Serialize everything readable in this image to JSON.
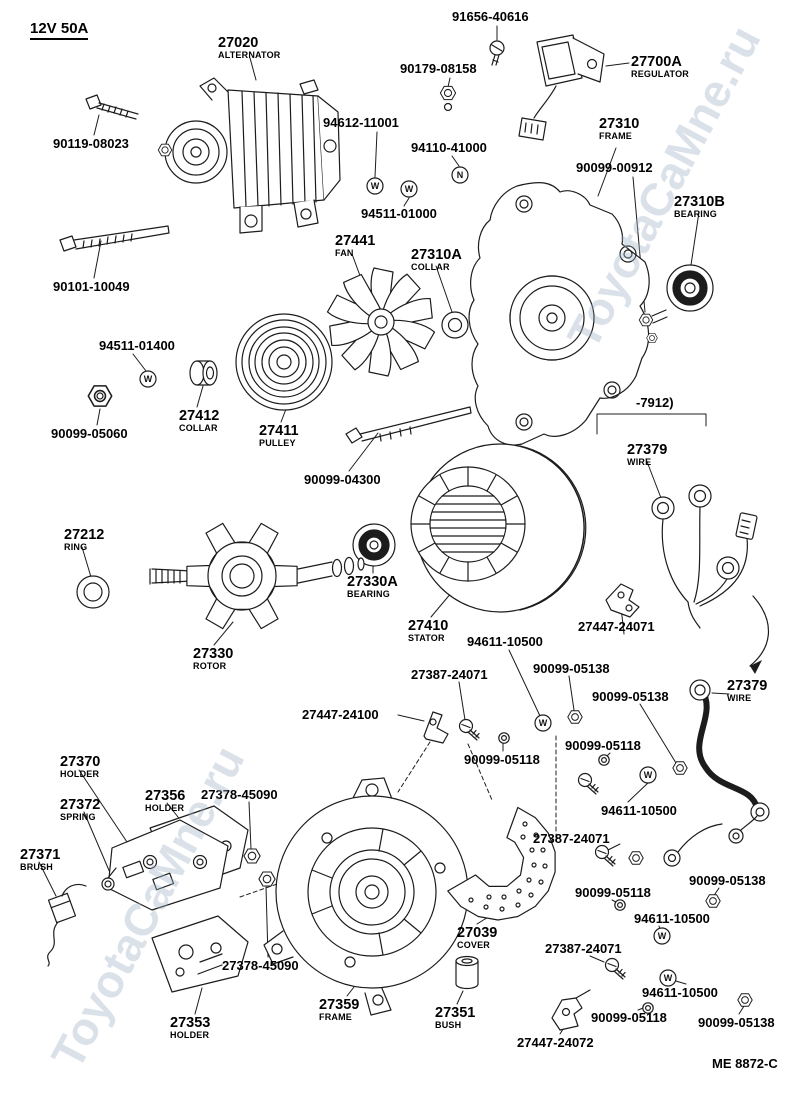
{
  "meta": {
    "spec": "12V 50A",
    "doc_code": "ME 8872-C",
    "watermark": "ToyotaCaMne.ru"
  },
  "symbols": {
    "washer": "W",
    "nut": "N"
  },
  "labels": [
    {
      "num": "91656-40616",
      "sub": ""
    },
    {
      "num": "27020",
      "sub": "ALTERNATOR"
    },
    {
      "num": "90179-08158",
      "sub": ""
    },
    {
      "num": "27700A",
      "sub": "REGULATOR"
    },
    {
      "num": "94612-11001",
      "sub": ""
    },
    {
      "num": "27310",
      "sub": "FRAME"
    },
    {
      "num": "94110-41000",
      "sub": ""
    },
    {
      "num": "90099-00912",
      "sub": ""
    },
    {
      "num": "90119-08023",
      "sub": ""
    },
    {
      "num": "27310B",
      "sub": "BEARING"
    },
    {
      "num": "94511-01000",
      "sub": ""
    },
    {
      "num": "27441",
      "sub": "FAN"
    },
    {
      "num": "27310A",
      "sub": "COLLAR"
    },
    {
      "num": "90101-10049",
      "sub": ""
    },
    {
      "num": "94511-01400",
      "sub": ""
    },
    {
      "num": "-7912)",
      "sub": ""
    },
    {
      "num": "27412",
      "sub": "COLLAR"
    },
    {
      "num": "90099-05060",
      "sub": ""
    },
    {
      "num": "27411",
      "sub": "PULLEY"
    },
    {
      "num": "90099-04300",
      "sub": ""
    },
    {
      "num": "27379",
      "sub": "WIRE"
    },
    {
      "num": "27212",
      "sub": "RING"
    },
    {
      "num": "27330A",
      "sub": "BEARING"
    },
    {
      "num": "27410",
      "sub": "STATOR"
    },
    {
      "num": "94611-10500",
      "sub": ""
    },
    {
      "num": "27447-24071",
      "sub": ""
    },
    {
      "num": "27330",
      "sub": "ROTOR"
    },
    {
      "num": "27387-24071",
      "sub": ""
    },
    {
      "num": "90099-05138",
      "sub": ""
    },
    {
      "num": "90099-05138",
      "sub": ""
    },
    {
      "num": "27379",
      "sub": "WIRE"
    },
    {
      "num": "27447-24100",
      "sub": ""
    },
    {
      "num": "90099-05118",
      "sub": ""
    },
    {
      "num": "90099-05118",
      "sub": ""
    },
    {
      "num": "94611-10500",
      "sub": ""
    },
    {
      "num": "27387-24071",
      "sub": ""
    },
    {
      "num": "27370",
      "sub": "HOLDER"
    },
    {
      "num": "27372",
      "sub": "SPRING"
    },
    {
      "num": "27356",
      "sub": "HOLDER"
    },
    {
      "num": "27378-45090",
      "sub": ""
    },
    {
      "num": "27371",
      "sub": "BRUSH"
    },
    {
      "num": "90099-05118",
      "sub": ""
    },
    {
      "num": "90099-05138",
      "sub": ""
    },
    {
      "num": "94611-10500",
      "sub": ""
    },
    {
      "num": "27387-24071",
      "sub": ""
    },
    {
      "num": "27378-45090",
      "sub": ""
    },
    {
      "num": "27039",
      "sub": "COVER"
    },
    {
      "num": "27353",
      "sub": "HOLDER"
    },
    {
      "num": "27359",
      "sub": "FRAME"
    },
    {
      "num": "27351",
      "sub": "BUSH"
    },
    {
      "num": "94611-10500",
      "sub": ""
    },
    {
      "num": "90099-05118",
      "sub": ""
    },
    {
      "num": "90099-05138",
      "sub": ""
    },
    {
      "num": "27447-24072",
      "sub": ""
    }
  ]
}
